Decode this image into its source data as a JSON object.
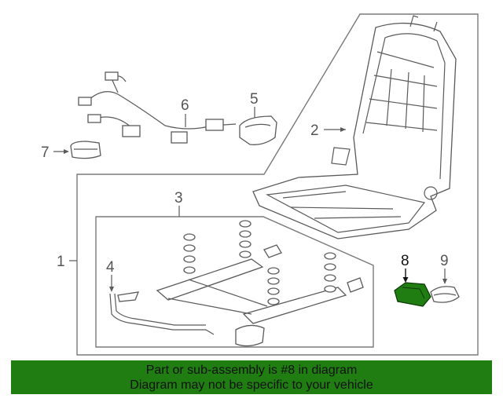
{
  "callouts": {
    "c1": "1",
    "c2": "2",
    "c3": "3",
    "c4": "4",
    "c5": "5",
    "c6": "6",
    "c7": "7",
    "c8": "8",
    "c9": "9"
  },
  "highlight_color": "#1f7d12",
  "banner": {
    "line1": "Part or sub-assembly is #8 in diagram",
    "line2": "Diagram may not be specific to your vehicle"
  }
}
